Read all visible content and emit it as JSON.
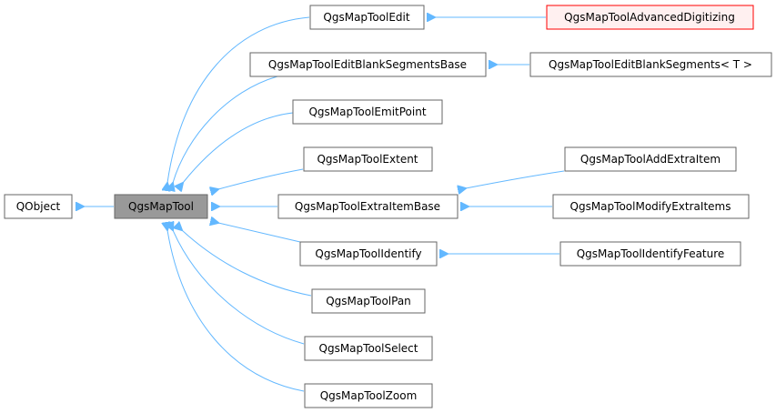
{
  "colors": {
    "edge": "#63b8ff",
    "node_border": "#666666",
    "node_fill": "#ffffff",
    "focus_fill": "#999999",
    "focus_border": "#666666",
    "highlight_border": "#ff0000",
    "highlight_fill": "#fff0f0"
  },
  "nodes": {
    "qobject": "QObject",
    "qgsmaptool": "QgsMapTool",
    "edit": "QgsMapToolEdit",
    "advanced_digitizing": "QgsMapToolAdvancedDigitizing",
    "edit_blank_base": "QgsMapToolEditBlankSegmentsBase",
    "edit_blank": "QgsMapToolEditBlankSegments< T >",
    "emit_point": "QgsMapToolEmitPoint",
    "extent": "QgsMapToolExtent",
    "extra_item_base": "QgsMapToolExtraItemBase",
    "add_extra_item": "QgsMapToolAddExtraItem",
    "modify_extra_items": "QgsMapToolModifyExtraItems",
    "identify": "QgsMapToolIdentify",
    "identify_feature": "QgsMapToolIdentifyFeature",
    "pan": "QgsMapToolPan",
    "select": "QgsMapToolSelect",
    "zoom": "QgsMapToolZoom"
  }
}
